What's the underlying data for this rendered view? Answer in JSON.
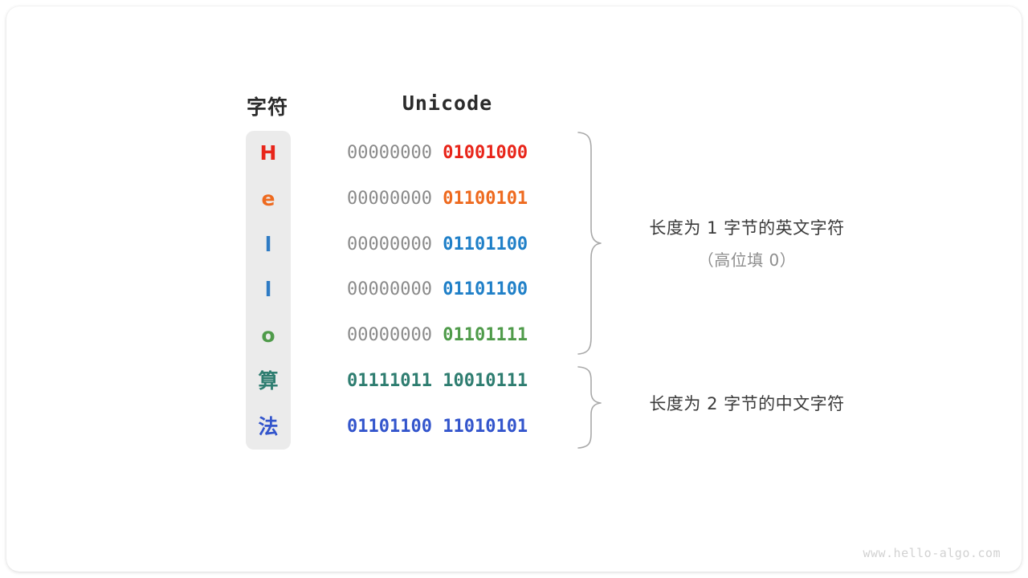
{
  "card": {
    "background": "#ffffff",
    "strip_color": "#ebebeb"
  },
  "table": {
    "headers": {
      "char": "字符",
      "unicode": "Unicode"
    },
    "rows": [
      {
        "char": "H",
        "char_color": "#e8251a",
        "high_byte": "00000000",
        "low_byte": "01001000",
        "byte_color": "#e8251a",
        "high_emphasized": false
      },
      {
        "char": "e",
        "char_color": "#ee6a1f",
        "high_byte": "00000000",
        "low_byte": "01100101",
        "byte_color": "#ee6a1f",
        "high_emphasized": false
      },
      {
        "char": "l",
        "char_color": "#2e7bc4",
        "high_byte": "00000000",
        "low_byte": "01101100",
        "byte_color": "#2080c8",
        "high_emphasized": false
      },
      {
        "char": "l",
        "char_color": "#2e7bc4",
        "high_byte": "00000000",
        "low_byte": "01101100",
        "byte_color": "#2080c8",
        "high_emphasized": false
      },
      {
        "char": "o",
        "char_color": "#4f9b4a",
        "high_byte": "00000000",
        "low_byte": "01101111",
        "byte_color": "#4f9b4a",
        "high_emphasized": false
      },
      {
        "char": "算",
        "char_color": "#2e7d70",
        "high_byte": "01111011",
        "low_byte": "10010111",
        "byte_color": "#2e7d70",
        "high_byte_color": "#2e7d70",
        "high_emphasized": true
      },
      {
        "char": "法",
        "char_color": "#3355cc",
        "high_byte": "01101100",
        "low_byte": "11010101",
        "byte_color": "#3355cc",
        "high_byte_color": "#3355cc",
        "high_emphasized": true
      }
    ]
  },
  "annotations": [
    {
      "main": "长度为 1 字节的英文字符",
      "sub": "（高位填 0）",
      "spans_rows": "1-5"
    },
    {
      "main": "长度为 2 字节的中文字符",
      "sub": "",
      "spans_rows": "6-7"
    }
  ],
  "watermark": "www.hello-algo.com"
}
